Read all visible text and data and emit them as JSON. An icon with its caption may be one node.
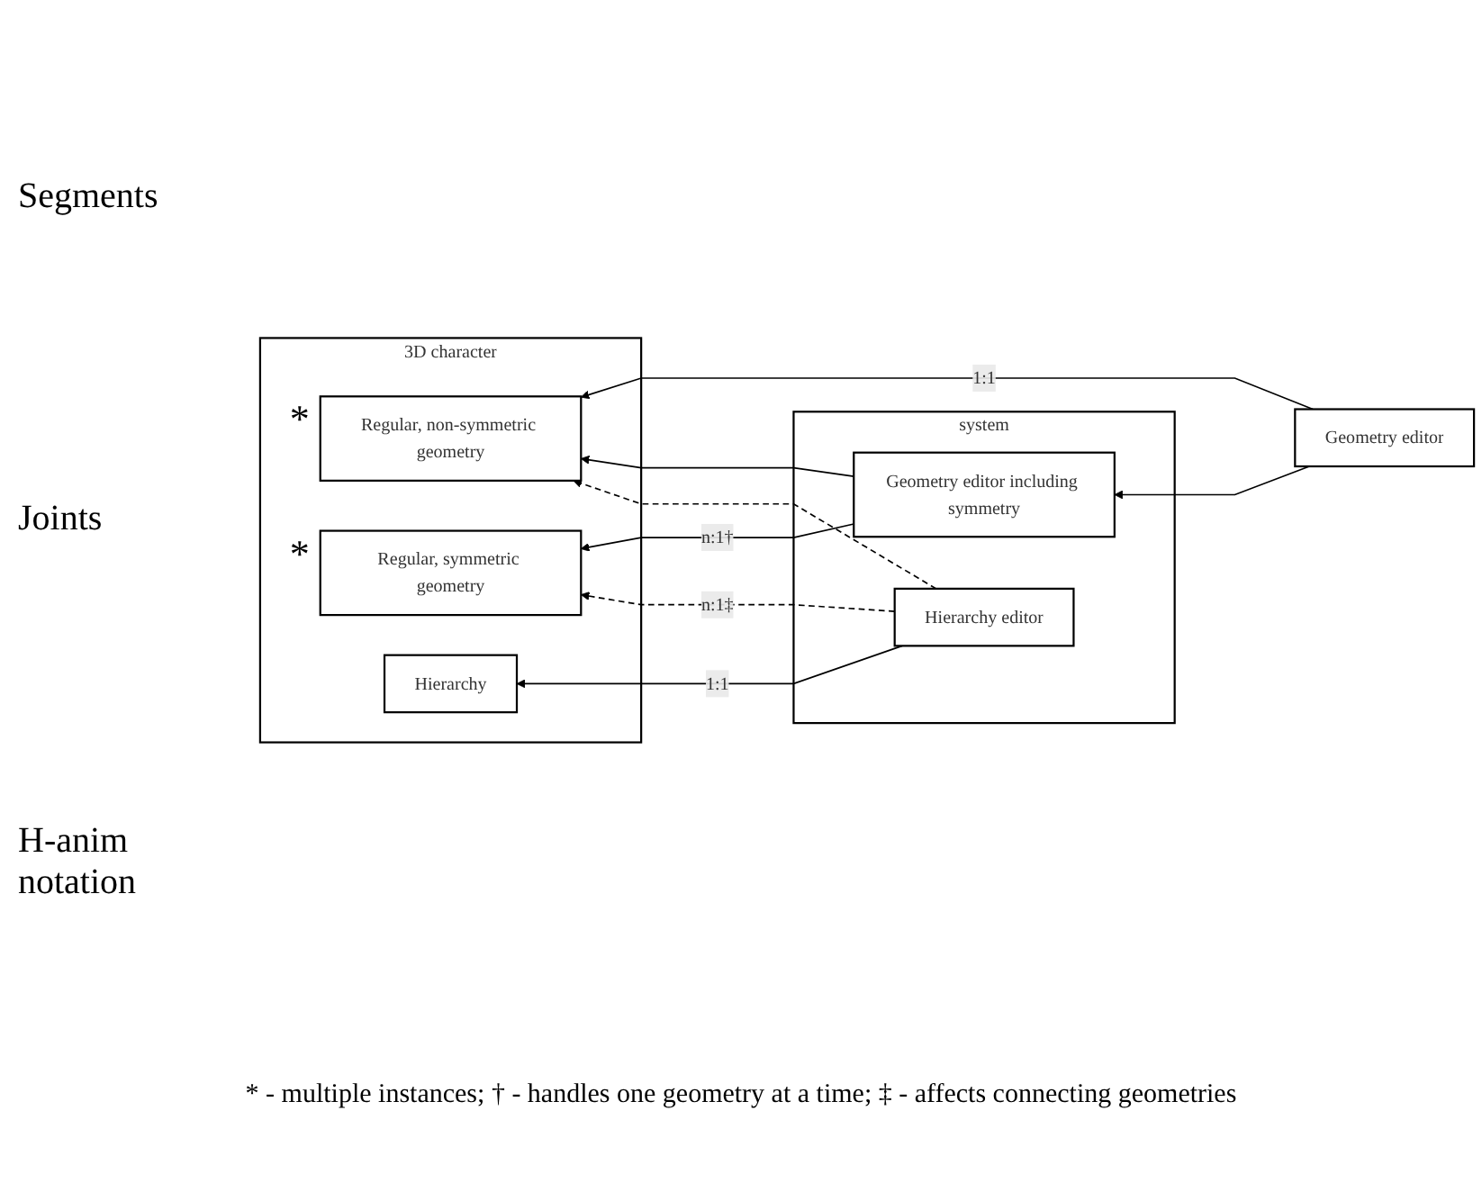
{
  "diagram": {
    "caption": "* - multiple instances; † - handles one geometry at a time; ‡ - affects connecting geometries",
    "nodes": [
      {
        "text": [
          "3D character"
        ]
      },
      {
        "text": [
          "Regular, non-symmetric geometry"
        ],
        "in": 0,
        "beside": [
          "*"
        ]
      },
      {
        "text": [
          "Regular, symmetric geometry"
        ],
        "in": 0,
        "beside": [
          "*"
        ]
      },
      {
        "text": [
          "Hierarchy"
        ],
        "in": 0
      },
      {
        "text": [
          "Geometry editor"
        ]
      },
      {
        "text": [
          "system"
        ]
      },
      {
        "text": [
          "Geometry editor including symmetry"
        ],
        "in": 5
      },
      {
        "text": [
          "Hierarchy editor"
        ],
        "in": 5
      }
    ],
    "edges": [
      {
        "from": 4,
        "to": 1,
        "arrow": "to",
        "label": "1:1"
      },
      {
        "from": 4,
        "to": 6,
        "arrow": "to"
      },
      {
        "from": 6,
        "to": 1,
        "arrow": "to"
      },
      {
        "from": 6,
        "to": 2,
        "arrow": "to",
        "label": "n:1†"
      },
      {
        "from": 7,
        "to": 1,
        "arrow": "to",
        "style": "dashed"
      },
      {
        "from": 7,
        "to": 2,
        "arrow": "to",
        "style": "dashed",
        "label": "n:1‡"
      },
      {
        "from": 7,
        "to": 3,
        "arrow": "to",
        "label": "1:1"
      }
    ],
    "labels": [
      "Segments",
      "Joints",
      "H-anim notation"
    ]
  }
}
